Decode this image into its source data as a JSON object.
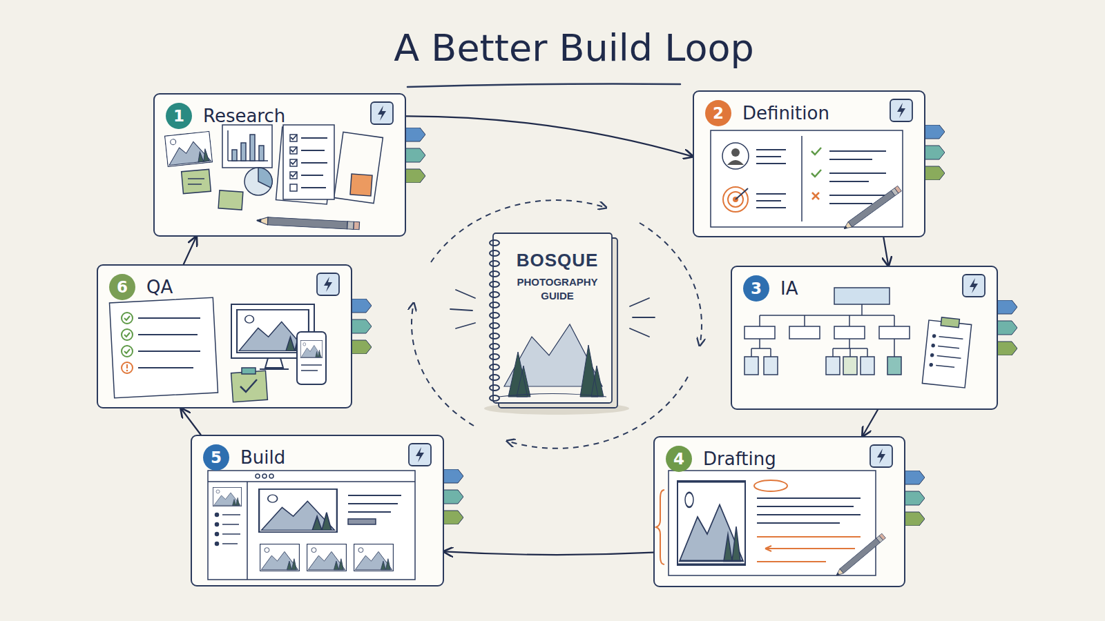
{
  "diagram": {
    "title": "A Better Build Loop",
    "nodes": [
      {
        "text": [
          "1",
          "Research"
        ]
      },
      {
        "text": [
          "2",
          "Definition"
        ]
      },
      {
        "text": [
          "3",
          "IA"
        ]
      },
      {
        "text": [
          "4",
          "Drafting"
        ]
      },
      {
        "text": [
          "5",
          "Build"
        ]
      },
      {
        "text": [
          "6",
          "QA"
        ]
      },
      {
        "text": [
          "BOSQUE",
          "PHOTOGRAPHY GUIDE"
        ]
      }
    ],
    "edges": [
      {
        "from": 0,
        "to": 1,
        "arrow": "to"
      },
      {
        "from": 1,
        "to": 2,
        "arrow": "to"
      },
      {
        "from": 2,
        "to": 3,
        "arrow": "to"
      },
      {
        "from": 3,
        "to": 4,
        "arrow": "to"
      },
      {
        "from": 4,
        "to": 5,
        "arrow": "to"
      },
      {
        "from": 5,
        "to": 0,
        "arrow": "to"
      }
    ]
  }
}
